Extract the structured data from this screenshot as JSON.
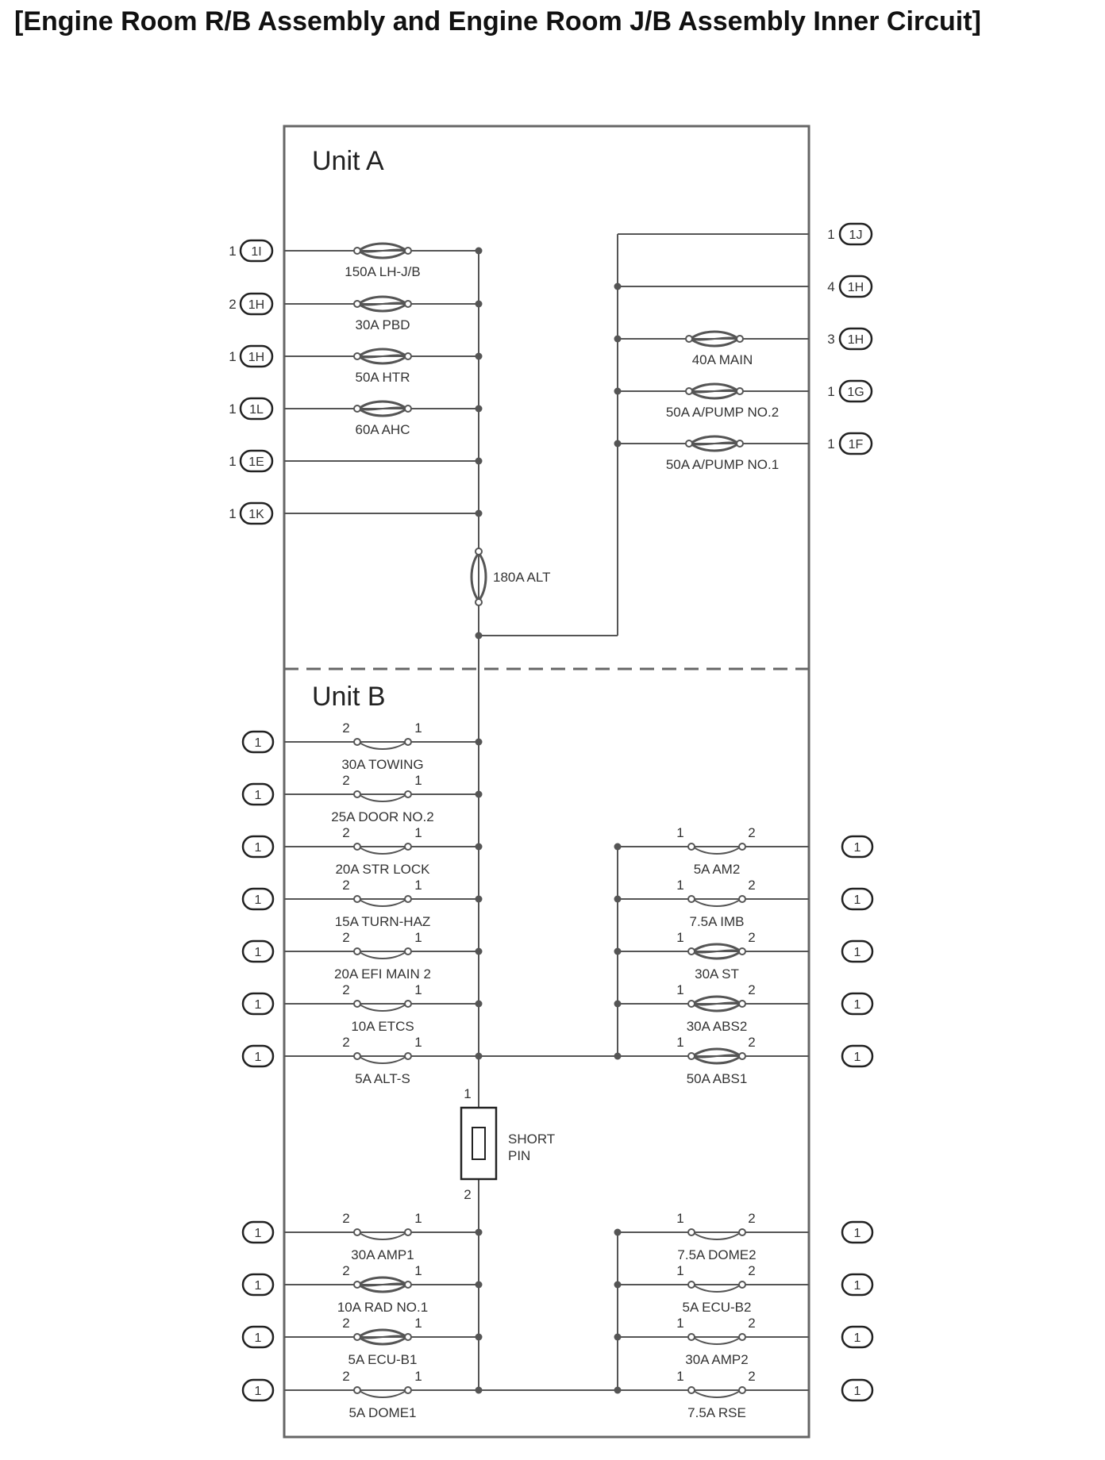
{
  "title": "[Engine Room R/B Assembly and Engine Room J/B Assembly Inner Circuit]",
  "colors": {
    "line": "#555555",
    "frame": "#666666",
    "text": "#333333"
  },
  "icons": [
    "fuse-icon",
    "connector-icon",
    "short-pin-icon"
  ],
  "unit_a": {
    "label": "Unit A",
    "left_circuits": [
      {
        "pin": "1",
        "conn": "1I",
        "fuse": "150A LH-J/B"
      },
      {
        "pin": "2",
        "conn": "1H",
        "fuse": "30A PBD"
      },
      {
        "pin": "1",
        "conn": "1H",
        "fuse": "50A HTR"
      },
      {
        "pin": "1",
        "conn": "1L",
        "fuse": "60A AHC"
      },
      {
        "pin": "1",
        "conn": "1E",
        "fuse": ""
      },
      {
        "pin": "1",
        "conn": "1K",
        "fuse": ""
      }
    ],
    "main_fuse": "180A ALT",
    "right_circuits": [
      {
        "pin": "1",
        "conn": "1J",
        "fuse": ""
      },
      {
        "pin": "4",
        "conn": "1H",
        "fuse": ""
      },
      {
        "pin": "3",
        "conn": "1H",
        "fuse": "40A MAIN"
      },
      {
        "pin": "1",
        "conn": "1G",
        "fuse": "50A A/PUMP NO.2"
      },
      {
        "pin": "1",
        "conn": "1F",
        "fuse": "50A A/PUMP NO.1"
      }
    ]
  },
  "unit_b": {
    "label": "Unit B",
    "left_upper": [
      {
        "conn": "1",
        "fuse": "30A TOWING",
        "pin_a": "2",
        "pin_b": "1"
      },
      {
        "conn": "1",
        "fuse": "25A DOOR NO.2",
        "pin_a": "2",
        "pin_b": "1"
      },
      {
        "conn": "1",
        "fuse": "20A STR LOCK",
        "pin_a": "2",
        "pin_b": "1"
      },
      {
        "conn": "1",
        "fuse": "15A TURN-HAZ",
        "pin_a": "2",
        "pin_b": "1"
      },
      {
        "conn": "1",
        "fuse": "20A EFI MAIN 2",
        "pin_a": "2",
        "pin_b": "1"
      },
      {
        "conn": "1",
        "fuse": "10A ETCS",
        "pin_a": "2",
        "pin_b": "1"
      },
      {
        "conn": "1",
        "fuse": "5A ALT-S",
        "pin_a": "2",
        "pin_b": "1"
      }
    ],
    "right_upper": [
      {
        "conn": "1",
        "fuse": "5A AM2",
        "pin_a": "1",
        "pin_b": "2"
      },
      {
        "conn": "1",
        "fuse": "7.5A IMB",
        "pin_a": "1",
        "pin_b": "2"
      },
      {
        "conn": "1",
        "fuse": "30A ST",
        "pin_a": "1",
        "pin_b": "2"
      },
      {
        "conn": "1",
        "fuse": "30A ABS2",
        "pin_a": "1",
        "pin_b": "2"
      },
      {
        "conn": "1",
        "fuse": "50A ABS1",
        "pin_a": "1",
        "pin_b": "2"
      }
    ],
    "short_pin": {
      "line1": "SHORT",
      "line2": "PIN",
      "pin_top": "1",
      "pin_bottom": "2"
    },
    "left_lower": [
      {
        "conn": "1",
        "fuse": "30A AMP1",
        "pin_a": "2",
        "pin_b": "1"
      },
      {
        "conn": "1",
        "fuse": "10A RAD NO.1",
        "pin_a": "2",
        "pin_b": "1"
      },
      {
        "conn": "1",
        "fuse": "5A ECU-B1",
        "pin_a": "2",
        "pin_b": "1"
      },
      {
        "conn": "1",
        "fuse": "5A DOME1",
        "pin_a": "2",
        "pin_b": "1"
      }
    ],
    "right_lower": [
      {
        "conn": "1",
        "fuse": "7.5A DOME2",
        "pin_a": "1",
        "pin_b": "2"
      },
      {
        "conn": "1",
        "fuse": "5A ECU-B2",
        "pin_a": "1",
        "pin_b": "2"
      },
      {
        "conn": "1",
        "fuse": "30A AMP2",
        "pin_a": "1",
        "pin_b": "2"
      },
      {
        "conn": "1",
        "fuse": "7.5A RSE",
        "pin_a": "1",
        "pin_b": "2"
      }
    ]
  }
}
